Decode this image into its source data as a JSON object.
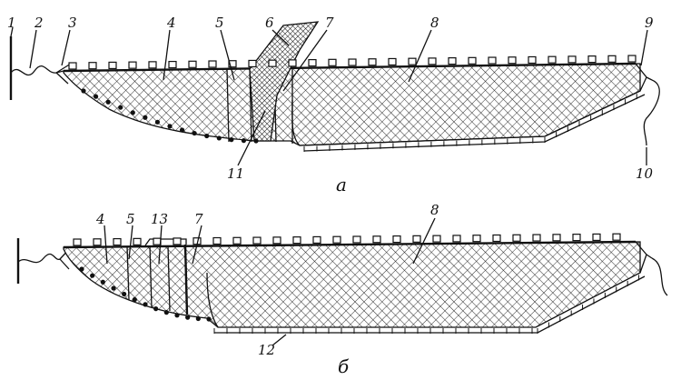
{
  "diagram": {
    "panel_a": {
      "caption": "а",
      "labels": [
        "1",
        "2",
        "3",
        "4",
        "5",
        "6",
        "7",
        "8",
        "9",
        "11",
        "10"
      ]
    },
    "panel_b": {
      "caption": "б",
      "labels": [
        "4",
        "5",
        "13",
        "7",
        "8",
        "12"
      ]
    },
    "colors": {
      "ink": "#111111",
      "background": "#ffffff"
    }
  }
}
